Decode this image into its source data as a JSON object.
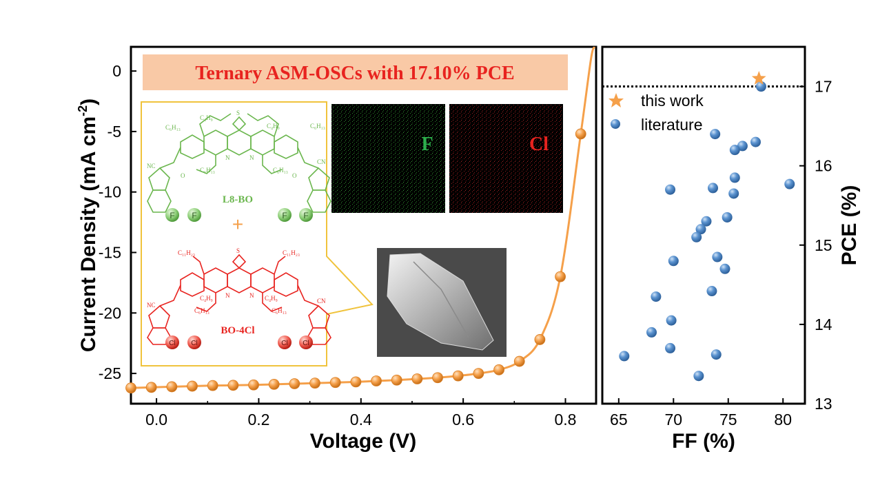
{
  "chart_data": [
    {
      "type": "line",
      "xlabel": "Voltage (V)",
      "ylabel": "Current Density (mA cm",
      "ylabel_sup": "-2",
      "ylabel_close": ")",
      "xlim": [
        -0.05,
        0.86
      ],
      "ylim": [
        -27.5,
        2.0
      ],
      "xticks": [
        0.0,
        0.2,
        0.4,
        0.6,
        0.8
      ],
      "xtick_labels": [
        "0.0",
        "0.2",
        "0.4",
        "0.6",
        "0.8"
      ],
      "yticks": [
        0,
        -5,
        -10,
        -15,
        -20,
        -25
      ],
      "ytick_labels": [
        "0",
        "-5",
        "-10",
        "-15",
        "-20",
        "-25"
      ],
      "color": "#f5a04a",
      "series": [
        {
          "x": [
            -0.05,
            -0.01,
            0.03,
            0.07,
            0.11,
            0.15,
            0.19,
            0.23,
            0.27,
            0.31,
            0.35,
            0.39,
            0.43,
            0.47,
            0.51,
            0.55,
            0.59,
            0.63,
            0.67,
            0.71,
            0.75,
            0.79,
            0.83
          ],
          "y": [
            -26.2,
            -26.15,
            -26.1,
            -26.05,
            -26.0,
            -25.98,
            -25.95,
            -25.9,
            -25.85,
            -25.8,
            -25.75,
            -25.7,
            -25.62,
            -25.55,
            -25.45,
            -25.35,
            -25.2,
            -25.0,
            -24.7,
            -24.0,
            -22.2,
            -17.0,
            -5.2
          ]
        }
      ],
      "annotations": {
        "banner": "Ternary ASM-OSCs with 17.10% PCE",
        "molecule_1": "L8-BO",
        "molecule_2": "BO-4Cl",
        "plus": "+",
        "map_1": "F",
        "map_2": "Cl",
        "sub_c6h13": "C₆H₁₃",
        "sub_c4h9": "C₄H₉",
        "sub_c11h23": "C₁₁H₂₃",
        "atom_s": "S",
        "atom_n": "N",
        "atom_o": "O",
        "atom_cn": "NC",
        "atom_cn2": "CN",
        "atom_f": "F",
        "atom_cl": "Cl",
        "color_green": "#6ab64d",
        "color_red": "#e8231f",
        "color_banner": "#f9c9a6",
        "color_border": "#f0c33c"
      }
    },
    {
      "type": "scatter",
      "xlabel": "FF (%)",
      "ylabel": "PCE (%)",
      "xlim": [
        63.5,
        82.0
      ],
      "ylim": [
        13.0,
        17.5
      ],
      "xticks": [
        65,
        70,
        75,
        80
      ],
      "xtick_labels": [
        "65",
        "70",
        "75",
        "80"
      ],
      "yticks": [
        13,
        14,
        15,
        16,
        17
      ],
      "ytick_labels": [
        "13",
        "14",
        "15",
        "16",
        "17"
      ],
      "reference_line": 17.0,
      "legend": "top-left",
      "series": [
        {
          "name": "this work",
          "marker": "star",
          "color": "#f5a04a",
          "x": [
            77.8
          ],
          "y": [
            17.1
          ]
        },
        {
          "name": "literature",
          "marker": "circle",
          "color": "#4f86c6",
          "x": [
            78.0,
            73.8,
            77.5,
            76.3,
            75.6,
            75.6,
            69.7,
            73.6,
            75.5,
            80.6,
            74.9,
            73.0,
            72.5,
            72.1,
            70.0,
            74.0,
            74.7,
            68.4,
            73.5,
            69.8,
            68.0,
            65.5,
            69.7,
            73.9,
            72.3
          ],
          "y": [
            17.0,
            16.4,
            16.3,
            16.25,
            16.2,
            15.85,
            15.7,
            15.72,
            15.65,
            15.77,
            15.35,
            15.3,
            15.2,
            15.1,
            14.8,
            14.85,
            14.7,
            14.35,
            14.42,
            14.05,
            13.9,
            13.6,
            13.7,
            13.62,
            13.35
          ]
        }
      ]
    }
  ]
}
